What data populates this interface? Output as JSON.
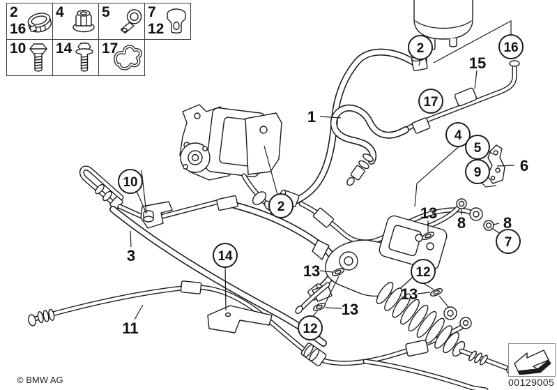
{
  "page": {
    "background": "#ffffff",
    "line_color": "#1c1c1c"
  },
  "legend": {
    "cells": [
      {
        "numbers": [
          "2",
          "16"
        ],
        "icon": "hose-clamp-icon"
      },
      {
        "numbers": [
          "4"
        ],
        "icon": "flange-nut-icon"
      },
      {
        "numbers": [
          "5"
        ],
        "icon": "pipe-clip-icon"
      },
      {
        "numbers": [
          "7",
          "12"
        ],
        "icon": "sealing-plug-icon"
      },
      {
        "numbers": [
          "10"
        ],
        "icon": "hex-bolt-icon"
      },
      {
        "numbers": [
          "14"
        ],
        "icon": "hex-bolt-washer-icon"
      },
      {
        "numbers": [
          "17"
        ],
        "icon": "spring-clip-icon"
      }
    ]
  },
  "callouts": [
    {
      "n": "2"
    },
    {
      "n": "16"
    },
    {
      "n": "17"
    },
    {
      "n": "4"
    },
    {
      "n": "5"
    },
    {
      "n": "9"
    },
    {
      "n": "7"
    },
    {
      "n": "2"
    },
    {
      "n": "10"
    },
    {
      "n": "14"
    },
    {
      "n": "12"
    },
    {
      "n": "12"
    }
  ],
  "labels": [
    {
      "n": "1"
    },
    {
      "n": "15"
    },
    {
      "n": "3"
    },
    {
      "n": "11"
    },
    {
      "n": "6"
    },
    {
      "n": "13"
    },
    {
      "n": "8"
    },
    {
      "n": "8"
    },
    {
      "n": "13"
    },
    {
      "n": "13"
    },
    {
      "n": "13"
    }
  ],
  "footer": {
    "copyright": "© BMW AG",
    "image_number": "00129005",
    "stamp_icon": "direction-arrow-icon"
  }
}
